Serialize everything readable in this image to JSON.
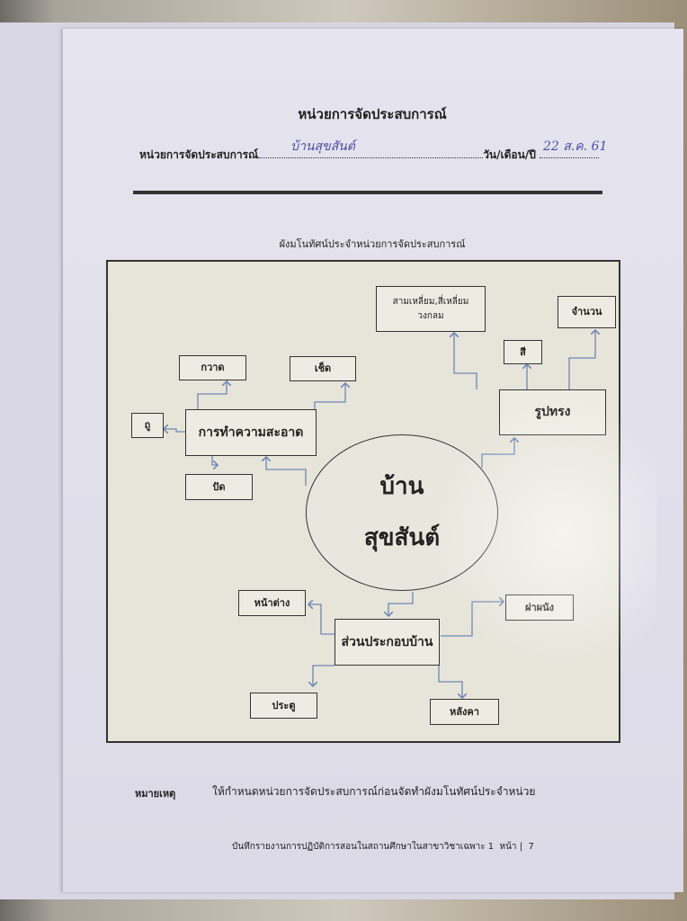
{
  "header": {
    "title": "หน่วยการจัดประสบการณ์",
    "unit_label": "หน่วยการจัดประสบการณ์",
    "unit_value": "บ้านสุขสันต์",
    "date_label": "วัน/เดือน/ปี",
    "date_value": "22 ส.ค. 61"
  },
  "diagram": {
    "title": "ผังมโนทัศน์ประจำหน่วยการจัดประสบการณ์",
    "center": {
      "line1": "บ้าน",
      "line2": "สุขสันต์"
    },
    "cleaning": {
      "label": "การทำความสะอาด",
      "children": [
        "กวาด",
        "เช็ด",
        "ถู",
        "ปัด"
      ]
    },
    "shape": {
      "label": "รูปทรง",
      "children": [
        "สามเหลี่ยม,สี่เหลี่ยม",
        "วงกลม",
        "สี",
        "จำนวน"
      ]
    },
    "parts": {
      "label": "ส่วนประกอบบ้าน",
      "children": [
        "หน้าต่าง",
        "ฝาผนัง",
        "ประตู",
        "หลังคา"
      ]
    },
    "link_color": "#6f86b3"
  },
  "note": {
    "label": "หมายเหตุ",
    "text": "ให้กำหนดหน่วยการจัดประสบการณ์ก่อนจัดทำผังมโนทัศน์ประจำหน่วย"
  },
  "footer": {
    "text": "บันทึกรายงานการปฏิบัติการสอนในสถานศึกษาในสาขาวิชาเฉพาะ 1",
    "page_label": "หน้า |",
    "page_number": "7"
  }
}
